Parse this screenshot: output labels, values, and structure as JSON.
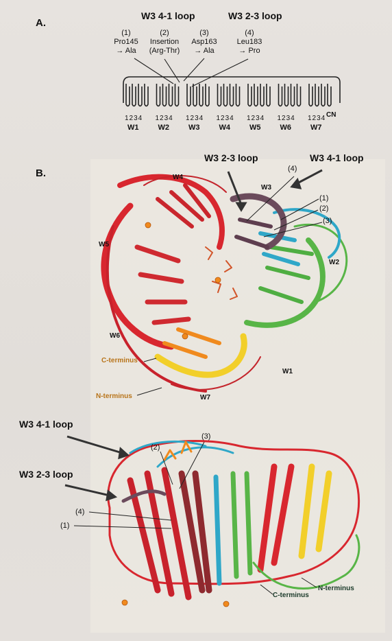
{
  "panel_a": {
    "label": "A.",
    "loop_titles": [
      "W3  4-1 loop",
      "W3  2-3 loop"
    ],
    "mutations": [
      {
        "num": "(1)",
        "line1": "Pro145",
        "line2": "→ Ala"
      },
      {
        "num": "(2)",
        "line1": "Insertion",
        "line2": "(Arg-Thr)"
      },
      {
        "num": "(3)",
        "line1": "Asp163",
        "line2": "→ Ala"
      },
      {
        "num": "(4)",
        "line1": "Leu183",
        "line2": "→ Pro"
      }
    ],
    "strand_ticks": "1234",
    "terminus_label": "CN",
    "blades": [
      "W1",
      "W2",
      "W3",
      "W4",
      "W5",
      "W6",
      "W7"
    ]
  },
  "panel_b": {
    "label": "B.",
    "top_view": {
      "loop_2_3": "W3  2-3 loop",
      "loop_4_1": "W3  4-1 loop",
      "callouts": [
        "(4)",
        "(1)",
        "(2)",
        "(3)"
      ],
      "blade_labels": [
        "W4",
        "W3",
        "W5",
        "W2",
        "W6",
        "W1",
        "W7"
      ],
      "c_terminus": "C-terminus",
      "n_terminus": "N-terminus"
    },
    "side_view": {
      "loop_4_1": "W3  4-1 loop",
      "loop_2_3": "W3  2-3 loop",
      "callouts": [
        "(2)",
        "(3)",
        "(4)",
        "(1)"
      ],
      "n_terminus": "N-terminus",
      "c_terminus": "C-terminus"
    }
  },
  "colors": {
    "red": "#d8272f",
    "dark_red": "#8e2a2f",
    "grey_purple": "#6b4b5c",
    "green": "#58b547",
    "cyan": "#2fa7c8",
    "yellow": "#f2cf2a",
    "orange": "#f08a1e"
  }
}
